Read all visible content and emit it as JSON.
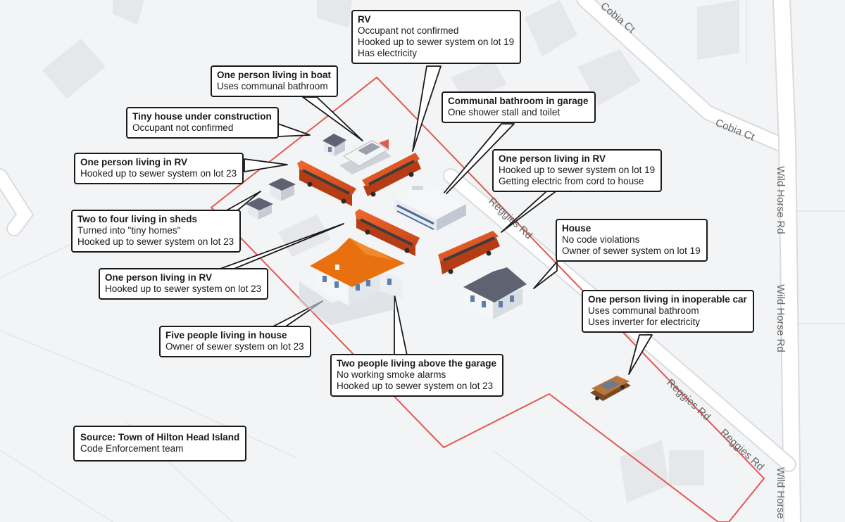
{
  "roads": {
    "cobia_1": "Cobia Ct",
    "cobia_2": "Cobia Ct",
    "wild_1": "Wild Horse Rd",
    "wild_2": "Wild Horse Rd",
    "wild_3": "Wild Horse",
    "reggies_1": "Reggies Rd",
    "reggies_2": "Reggies Rd",
    "reggies_3": "Reggies Rd"
  },
  "colors": {
    "background": "#f3f4f6",
    "road": "#ffffff",
    "road_edge": "#d9dbde",
    "lot_line": "#e05a4f",
    "rv": "#e2501f",
    "roof_orange": "#e8700f",
    "roof_slate": "#5f6270",
    "callout_border": "#1a1a1a"
  },
  "callouts": {
    "rv_top": {
      "title": "RV",
      "lines": [
        "Occupant not confirmed",
        "Hooked up to sewer system on lot 19",
        "Has electricity"
      ]
    },
    "boat": {
      "title": "One person living in boat",
      "lines": [
        "Uses communal bathroom"
      ]
    },
    "bathroom": {
      "title": "Communal bathroom in garage",
      "lines": [
        "One shower stall and toilet"
      ]
    },
    "tiny_house": {
      "title": "Tiny house under construction",
      "lines": [
        "Occupant not confirmed"
      ]
    },
    "rv_left": {
      "title": "One person living in RV",
      "lines": [
        "Hooked up to sewer system on lot 23"
      ]
    },
    "rv_right": {
      "title": "One person living in RV",
      "lines": [
        "Hooked up to sewer system on lot 19",
        "Getting electric from cord to house"
      ]
    },
    "sheds": {
      "title": "Two to four living in sheds",
      "lines": [
        "Turned into \"tiny homes\"",
        "Hooked up to sewer system on lot 23"
      ]
    },
    "house": {
      "title": "House",
      "lines": [
        "No code violations",
        "Owner of sewer system on lot 19"
      ]
    },
    "rv_lower": {
      "title": "One person living in RV",
      "lines": [
        "Hooked up to sewer system on lot 23"
      ]
    },
    "car": {
      "title": "One person living in inoperable car",
      "lines": [
        "Uses communal bathroom",
        "Uses inverter for electricity"
      ]
    },
    "five_people": {
      "title": "Five people living in house",
      "lines": [
        "Owner of sewer system on lot 23"
      ]
    },
    "garage": {
      "title": "Two people living above the garage",
      "lines": [
        "No working smoke alarms",
        "Hooked up to sewer system on lot 23"
      ]
    },
    "source": {
      "title": "Source: Town of Hilton Head Island",
      "lines": [
        "Code Enforcement team"
      ]
    }
  }
}
